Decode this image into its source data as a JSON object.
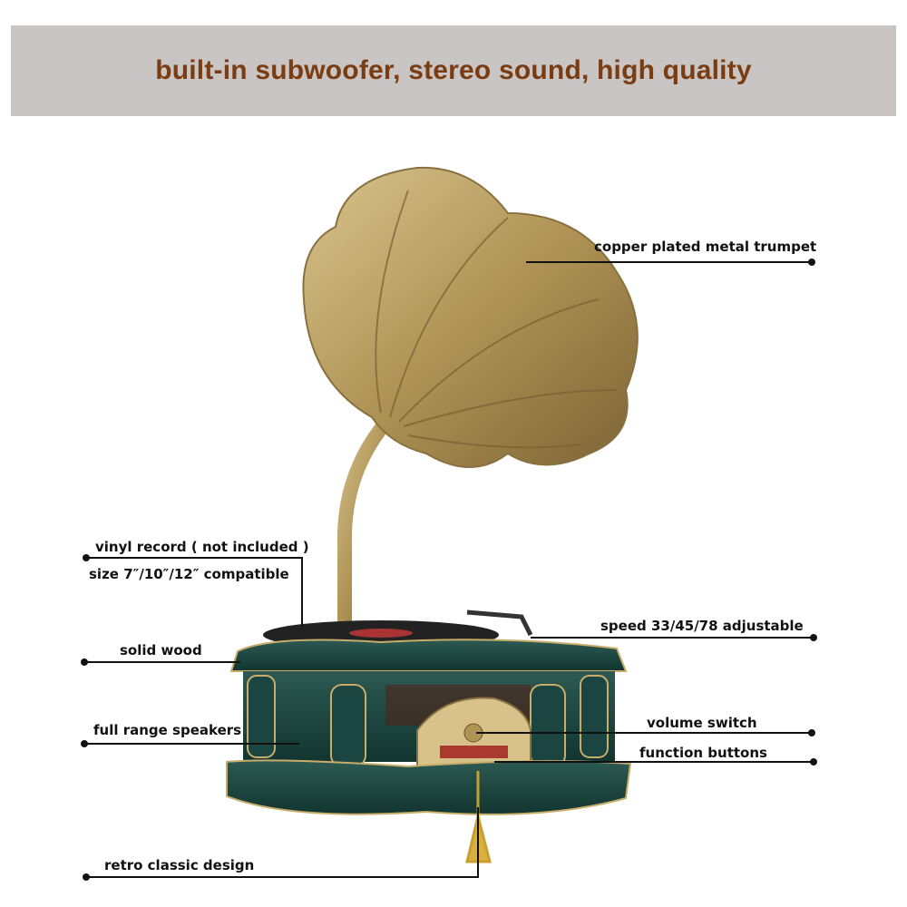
{
  "header": {
    "title": "built-in subwoofer, stereo sound, high quality"
  },
  "labels": {
    "trumpet": "copper plated metal trumpet",
    "vinyl": "vinyl record ( not included )",
    "size": "size 7″/10″/12″ compatible",
    "wood": "solid wood",
    "speed": "speed 33/45/78 adjustable",
    "speakers": "full range speakers",
    "volume": "volume switch",
    "function": "function buttons",
    "design": "retro classic design"
  },
  "colors": {
    "header_bg": "#c8c5c4",
    "header_text": "#7a3c10",
    "brass": "#b59a5c",
    "body_green": "#1f4a44"
  }
}
